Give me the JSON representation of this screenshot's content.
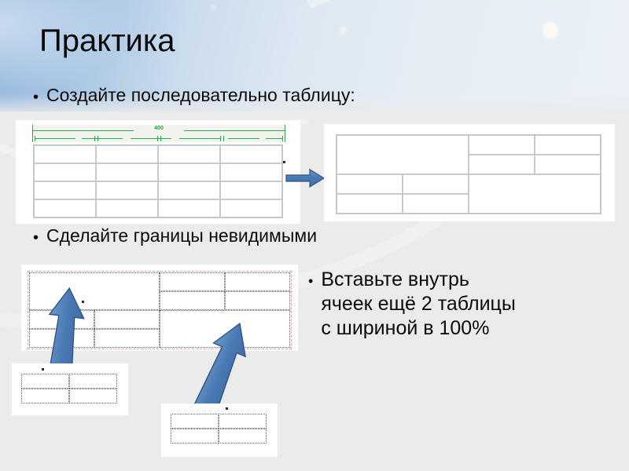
{
  "slide": {
    "title": "Практика",
    "background_color": "#ebebeb",
    "band_color": "#cbdced",
    "accent_color": "#4a7ab5"
  },
  "bullets": [
    {
      "marker": "•",
      "text": "Создайте последовательно таблицу:"
    },
    {
      "marker": "•",
      "text": "Сделайте границы невидимыми"
    },
    {
      "marker": "•",
      "text": "Вставьте внутрь\nячеек ещё 2 таблицы\nс шириной в 100%"
    }
  ],
  "ruler": {
    "label": "400",
    "color": "#33a64c"
  },
  "figures": {
    "table_1": {
      "name": "plain-grid-table",
      "rows": 4,
      "cols": 4,
      "border_style": "solid",
      "border_color": "#c9c9c9"
    },
    "table_2": {
      "name": "merged-cells-table",
      "border_style": "solid",
      "border_color": "#c9c9c9",
      "layout": "top-left merged 2x1, top-right 2x2, bottom-left 2x2, bottom-right merged 2x1"
    },
    "table_3": {
      "name": "invisible-borders-table",
      "border_style": "dotted",
      "outline_color": "#e8a5a5",
      "border_color": "#666666"
    },
    "mini_table_1": {
      "name": "inner-table-left",
      "rows": 2,
      "cols": 2,
      "border_style": "dotted"
    },
    "mini_table_2": {
      "name": "inner-table-right",
      "rows": 2,
      "cols": 2,
      "border_style": "dotted"
    }
  },
  "arrows": [
    {
      "name": "arrow-right",
      "direction": "right",
      "color": "#4a7ab5"
    },
    {
      "name": "arrow-up-left",
      "direction": "up",
      "color": "#4a7ab5"
    },
    {
      "name": "arrow-up-right",
      "direction": "up",
      "color": "#4a7ab5"
    }
  ]
}
